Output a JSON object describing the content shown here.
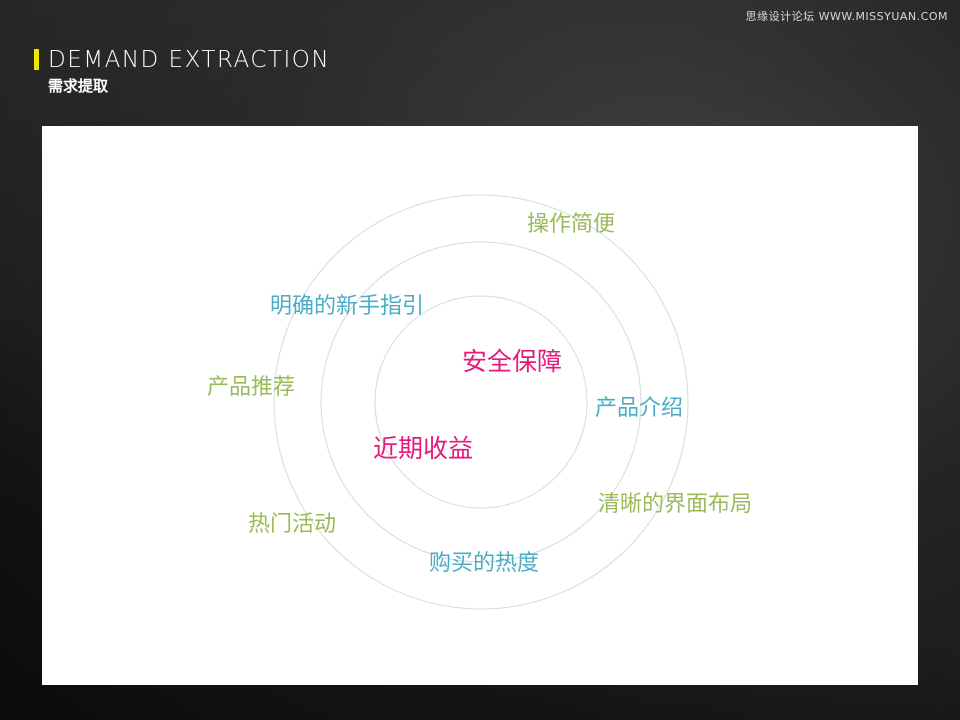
{
  "watermark": "思缘设计论坛 WWW.MISSYUAN.COM",
  "header": {
    "title_en": "DEMAND  EXTRACTION",
    "title_cn": "需求提取"
  },
  "colors": {
    "accent": "#f2e600",
    "green": "#9bba59",
    "blue": "#4bacc6",
    "pink": "#e6197a",
    "ring": "#d9d9d9"
  },
  "keywords": {
    "center_1": "安全保障",
    "center_2": "近期收益",
    "middle_1": "明确的新手指引",
    "middle_2": "产品介绍",
    "middle_3": "购买的热度",
    "outer_1": "操作简便",
    "outer_2": "产品推荐",
    "outer_3": "清晰的界面布局",
    "outer_4": "热门活动"
  }
}
